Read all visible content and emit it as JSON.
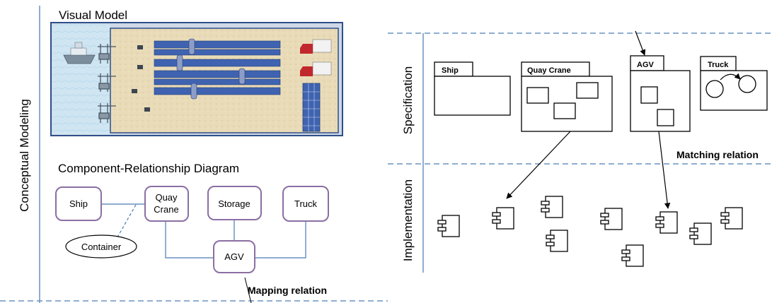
{
  "left_panel": {
    "side_label": "Conceptual Modeling",
    "visual_model_title": "Visual Model",
    "crd_title": "Component-Relationship Diagram",
    "nodes": {
      "ship": "Ship",
      "quay_crane_line1": "Quay",
      "quay_crane_line2": "Crane",
      "storage": "Storage",
      "truck": "Truck",
      "agv": "AGV",
      "container": "Container"
    },
    "mapping_relation": "Mapping relation"
  },
  "right_panel": {
    "specification_label": "Specification",
    "implementation_label": "Implementation",
    "packages": {
      "ship": "Ship",
      "quay_crane": "Quay Crane",
      "agv": "AGV",
      "truck": "Truck"
    },
    "matching_relation": "Matching relation"
  },
  "colors": {
    "node_border": "#8b6fa3",
    "connector": "#4a7ab5",
    "separator": "#6a93bf",
    "model_border": "#2f4f8a",
    "water": "#cfe5f2",
    "sand": "#e8d9b5"
  }
}
